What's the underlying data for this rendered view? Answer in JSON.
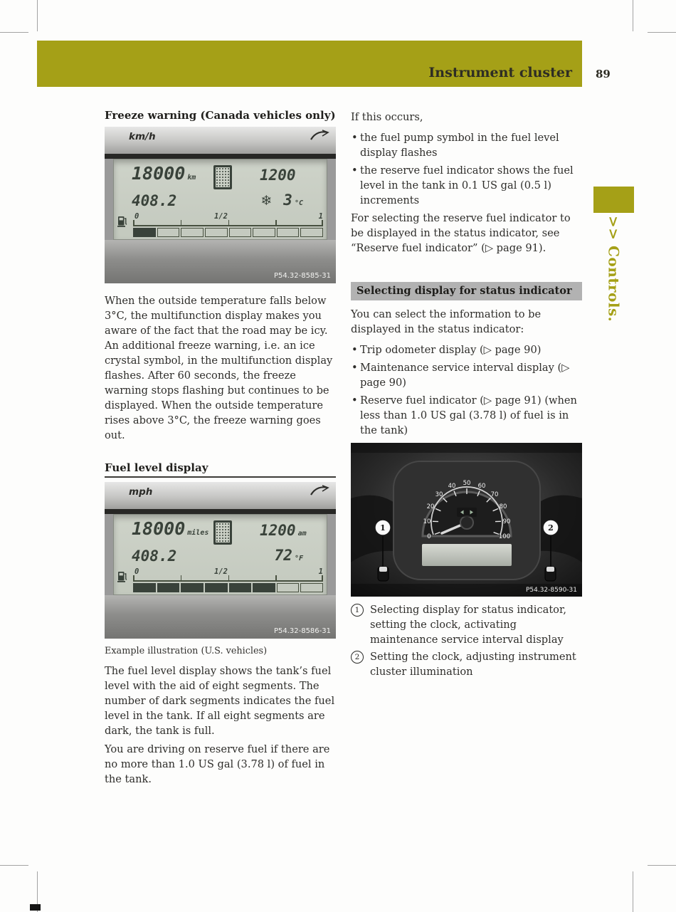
{
  "colors": {
    "accent_olive": "#a5a017",
    "status_bar_gray": "#b2b2b2"
  },
  "header": {
    "title": "Instrument cluster",
    "page_number": "89",
    "side_tab": ">> Controls."
  },
  "left_column": {
    "freeze_heading": "Freeze warning (Canada vehicles only)",
    "freeze_para": "When the outside temperature falls below 3°C, the multifunction display makes you aware of the fact that the road may be icy. An additional freeze warning, i.e. an ice crystal symbol, in the multifunction display flashes. After 60 seconds, the freeze warning stops flashing but continues to be displayed. When the outside temperature rises above 3°C, the freeze warning goes out.",
    "fuel_heading": "Fuel level display",
    "fuel_caption": "Example illustration (U.S. vehicles)",
    "fuel_para1": "The fuel level display shows the tank’s fuel level with the aid of eight segments. The number of dark segments indicates the fuel level in the tank. If all eight segments are dark, the tank is full.",
    "fuel_para2": "You are driving on reserve fuel if there are no more than 1.0 US gal (3.78 l) of fuel in the tank."
  },
  "right_column": {
    "intro": "If this occurs,",
    "bullets_top": [
      "the fuel pump symbol in the fuel level display flashes",
      "the reserve fuel indicator shows the fuel level in the tank in 0.1 US gal (0.5 l) increments"
    ],
    "reserve_para": "For selecting the reserve fuel indicator to be displayed in the status indicator, see “Reserve fuel indicator” (▷ page 91).",
    "status_heading": "Selecting display for status indicator",
    "status_intro": "You can select the information to be displayed in the status indicator:",
    "status_bullets": [
      "Trip odometer display (▷ page 90)",
      "Maintenance service interval display (▷ page 90)",
      "Reserve fuel indicator (▷ page 91) (when less than 1.0 US gal (3.78 l) of fuel is in the tank)"
    ],
    "legend": [
      {
        "num": "1",
        "text": "Selecting display for status indicator, setting the clock, activating maintenance service interval display"
      },
      {
        "num": "2",
        "text": "Setting the clock, adjusting instrument cluster illumination"
      }
    ]
  },
  "display_canada": {
    "speed_unit": "km/h",
    "odometer": "18000",
    "odometer_unit": "km",
    "trip": "408.2",
    "clock": "1200",
    "freeze_symbol": "❄",
    "temperature": "3",
    "temperature_unit": "°C",
    "fuel_zero": "0",
    "fuel_half": "1/2",
    "fuel_full": "1",
    "photo_label": "P54.32-8585-31"
  },
  "display_us": {
    "speed_unit": "mph",
    "odometer": "18000",
    "odometer_unit": "miles",
    "trip": "408.2",
    "clock": "1200",
    "clock_suffix": "am",
    "temperature": "72",
    "temperature_unit": "°F",
    "fuel_zero": "0",
    "fuel_half": "1/2",
    "fuel_full": "1",
    "photo_label": "P54.32-8586-31"
  },
  "cluster_photo": {
    "gauge_labels": [
      "0",
      "10",
      "20",
      "30",
      "40",
      "50",
      "60",
      "70",
      "80",
      "90",
      "100"
    ],
    "callout_1": "1",
    "callout_2": "2",
    "photo_label": "P54.32-8590-31"
  }
}
